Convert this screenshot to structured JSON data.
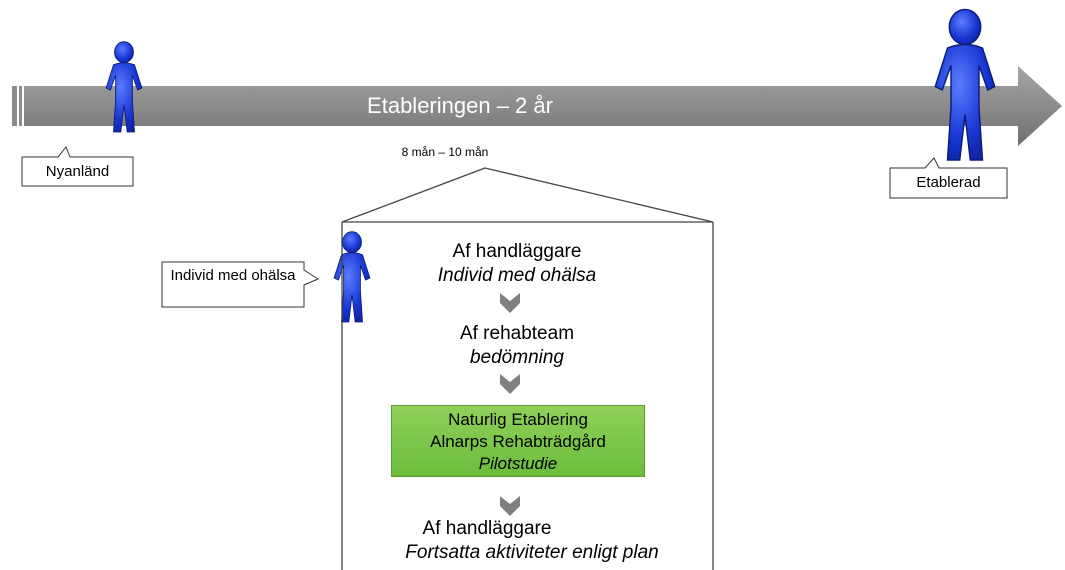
{
  "timeline": {
    "title": "Etableringen – 2 år",
    "duration_label": "8 mån – 10 mån"
  },
  "callouts": {
    "start": "Nyanländ",
    "end": "Etablerad",
    "individual": "Individ med ohälsa"
  },
  "steps": [
    {
      "title": "Af handläggare",
      "subtitle": "Individ med ohälsa"
    },
    {
      "title": "Af rehabteam",
      "subtitle": "bedömning"
    },
    {
      "title": "Naturlig Etablering",
      "title2": "Alnarps Rehabträdgård",
      "subtitle": "Pilotstudie"
    },
    {
      "title": "Af handläggare",
      "subtitle": "Fortsatta aktiviteter enligt plan"
    }
  ],
  "colors": {
    "arrow": "#8a8a8a",
    "figure": "#1f3cd6",
    "highlight_box": "#7cc64a"
  }
}
